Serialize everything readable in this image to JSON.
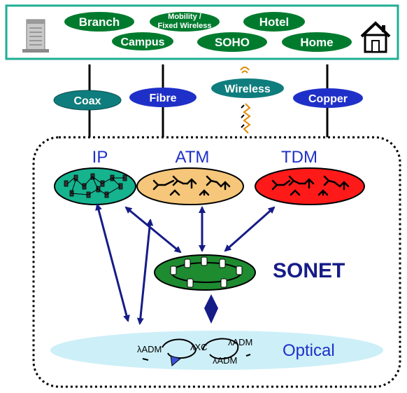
{
  "access_sites": {
    "branch": "Branch",
    "mobility_line1": "Mobility /",
    "mobility_line2": "Fixed Wireless",
    "hotel": "Hotel",
    "campus": "Campus",
    "soho": "SOHO",
    "home": "Home"
  },
  "access_media": {
    "coax": "Coax",
    "fibre": "Fibre",
    "wireless": "Wireless",
    "copper": "Copper"
  },
  "networks": {
    "ip": "IP",
    "atm": "ATM",
    "tdm": "TDM",
    "sonet": "SONET",
    "optical": "Optical"
  },
  "optical_nodes": {
    "adm_left": "λADM",
    "xc": "λXC",
    "adm_right_top": "λADM",
    "adm_right_bottom": "λADM"
  },
  "colors": {
    "access_green": "#007b2e",
    "site_bar_border": "#1fae95",
    "media_teal": "#0f7d7d",
    "media_blue": "#1f30c8",
    "ip_teal": "#16b38f",
    "atm_orange": "#f6c77a",
    "tdm_red": "#ff1a1a",
    "sonet_green": "#1e8b30",
    "navy": "#161c86",
    "optical_blue": "#cdeff8"
  }
}
